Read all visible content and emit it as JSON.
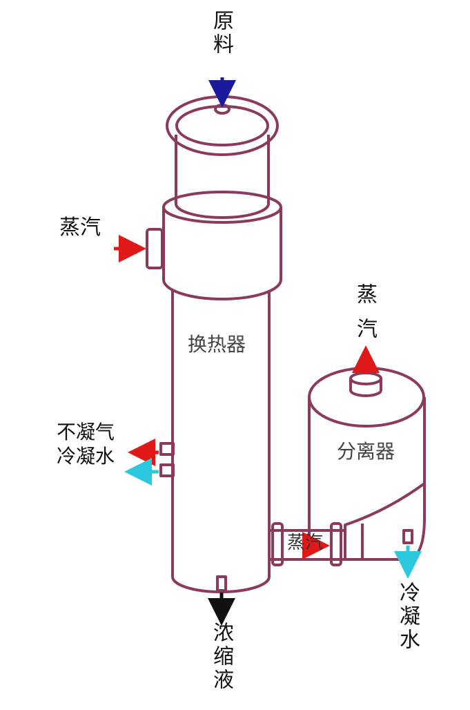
{
  "colors": {
    "outline": "#8c3a5c",
    "steam_arrow": "#e01818",
    "feed_arrow": "#1a1a9c",
    "water_arrow": "#2cc8e0",
    "product_arrow": "#111111"
  },
  "labels": {
    "feed": "原料",
    "steam_in": "蒸汽",
    "heat_exchanger": "换热器",
    "steam_out": "蒸汽",
    "separator": "分离器",
    "noncondensable": "不凝气",
    "condensate_left": "冷凝水",
    "steam_pipe": "蒸汽",
    "condensate_right": "冷凝水",
    "concentrate": "浓缩液"
  }
}
